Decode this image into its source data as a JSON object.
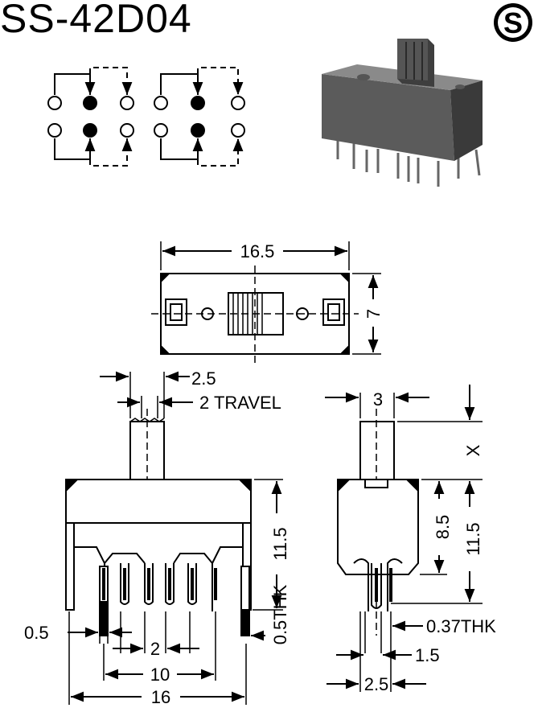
{
  "title": "SS-42D04",
  "logo": {
    "letter": "S",
    "icon": "brand-s-logo"
  },
  "dimensions": {
    "top_width": "16.5",
    "top_height": "7",
    "actuator_width": "2.5",
    "travel": "2 TRAVEL",
    "pin_width": "0.5",
    "body_height": "11.5",
    "pin_thickness": "0.5THK",
    "pin_pitch": "2",
    "pin_span": "10",
    "overall_width": "16",
    "side_actuator": "3",
    "side_x": "X",
    "side_85": "8.5",
    "side_115": "11.5",
    "side_pin_thk": "0.37THK",
    "side_15": "1.5",
    "side_25": "2.5"
  },
  "colors": {
    "ink": "#000000",
    "body_fill": "#ffffff",
    "photo_dark": "#4a4a4a"
  }
}
